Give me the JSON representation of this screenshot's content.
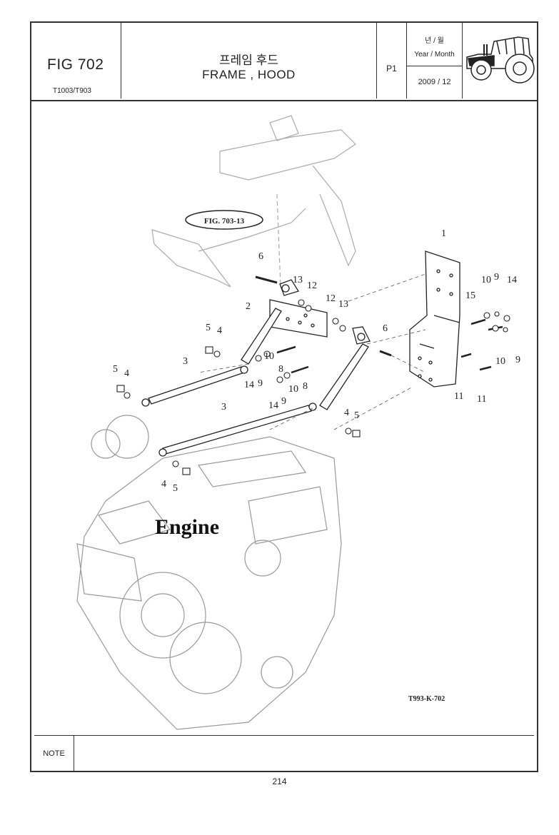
{
  "header": {
    "fig_no": "FIG 702",
    "models": "T1003/T903",
    "title_ko": "프레임 후드",
    "title_en": "FRAME , HOOD",
    "page_label": "P1",
    "year_month_ko": "년 / 월",
    "year_month_en": "Year / Month",
    "year_month_value": "2009 / 12",
    "logo": "tractor-icon"
  },
  "drawing": {
    "reference": "FIG. 703-13",
    "engine_label": "Engine",
    "drawing_code": "T993-K-702",
    "callouts": [
      "1",
      "2",
      "3",
      "3",
      "4",
      "4",
      "4",
      "4",
      "5",
      "5",
      "5",
      "5",
      "6",
      "6",
      "8",
      "8",
      "9",
      "9",
      "9",
      "9",
      "10",
      "10",
      "10",
      "10",
      "11",
      "11",
      "12",
      "12",
      "13",
      "13",
      "14",
      "14",
      "14",
      "15"
    ]
  },
  "note": {
    "label": "NOTE",
    "text": ""
  },
  "footer": {
    "page_number": "214"
  }
}
